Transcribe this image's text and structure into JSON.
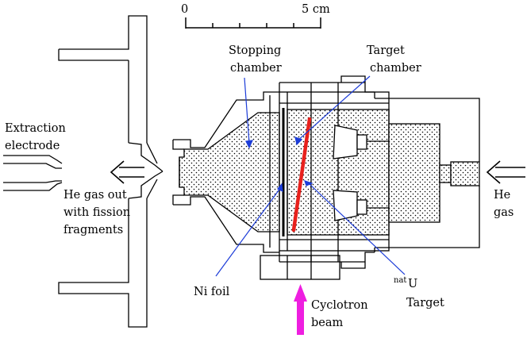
{
  "scale_bar": {
    "start": "0",
    "end": "5 cm"
  },
  "labels": {
    "stopping_chamber_1": "Stopping",
    "stopping_chamber_2": "chamber",
    "target_chamber_1": "Target",
    "target_chamber_2": "chamber",
    "extraction_1": "Extraction",
    "extraction_2": "electrode",
    "he_out_1": "He gas out",
    "he_out_2": "with fission",
    "he_out_3": "fragments",
    "he_in_1": "He",
    "he_in_2": "gas",
    "ni_foil": "Ni foil",
    "u_sup": "nat",
    "u_main": "U",
    "u_target": "Target",
    "cyclotron_1": "Cyclotron",
    "cyclotron_2": "beam"
  },
  "colors": {
    "target": "#e8201c",
    "pointer": "#1c3cd8",
    "beam": "#ee1ee0",
    "line": "#000000"
  }
}
